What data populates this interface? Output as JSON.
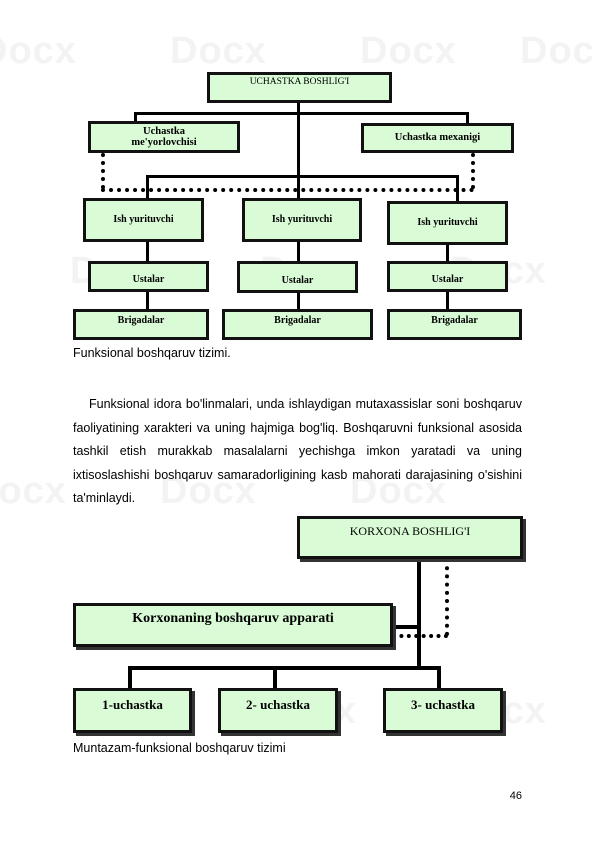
{
  "diagram1": {
    "top": "UCHASTKA BOSHLIG'I",
    "left": "Uchastka\nme'yorlovchisi",
    "right": "Uchastka mexanigi",
    "columns": [
      {
        "foreman": "Ish yurituvchi",
        "masters": "Ustalar",
        "brigades": "Brigadalar"
      },
      {
        "foreman": "Ish yurituvchi",
        "masters": "Ustalar",
        "brigades": "Brigadalar"
      },
      {
        "foreman": "Ish yurituvchi",
        "masters": "Ustalar",
        "brigades": "Brigadalar"
      }
    ],
    "caption": "Funksional boshqaruv tizimi."
  },
  "paragraph": "Funksional idora bo'linmalari, unda ishlaydigan mutaxassislar soni boshqaruv faoliyatining xarakteri va uning hajmiga bog'liq. Boshqaruvni funksional asosida tashkil etish murakkab masalalarni yechishga imkon yaratadi va uning ixtisoslashishi boshqaruv samaradorligining kasb mahorati darajasining o'sishini ta'minlaydi.",
  "diagram2": {
    "top": "KORXONA BOSHLIG'I",
    "apparatus": "Korxonaning boshqaruv apparati",
    "sections": [
      "1-uchastka",
      "2- uchastka",
      "3- uchastka"
    ],
    "caption": "Muntazam-funksional boshqaruv tizimi"
  },
  "page_number": "46",
  "watermark": "Docx"
}
